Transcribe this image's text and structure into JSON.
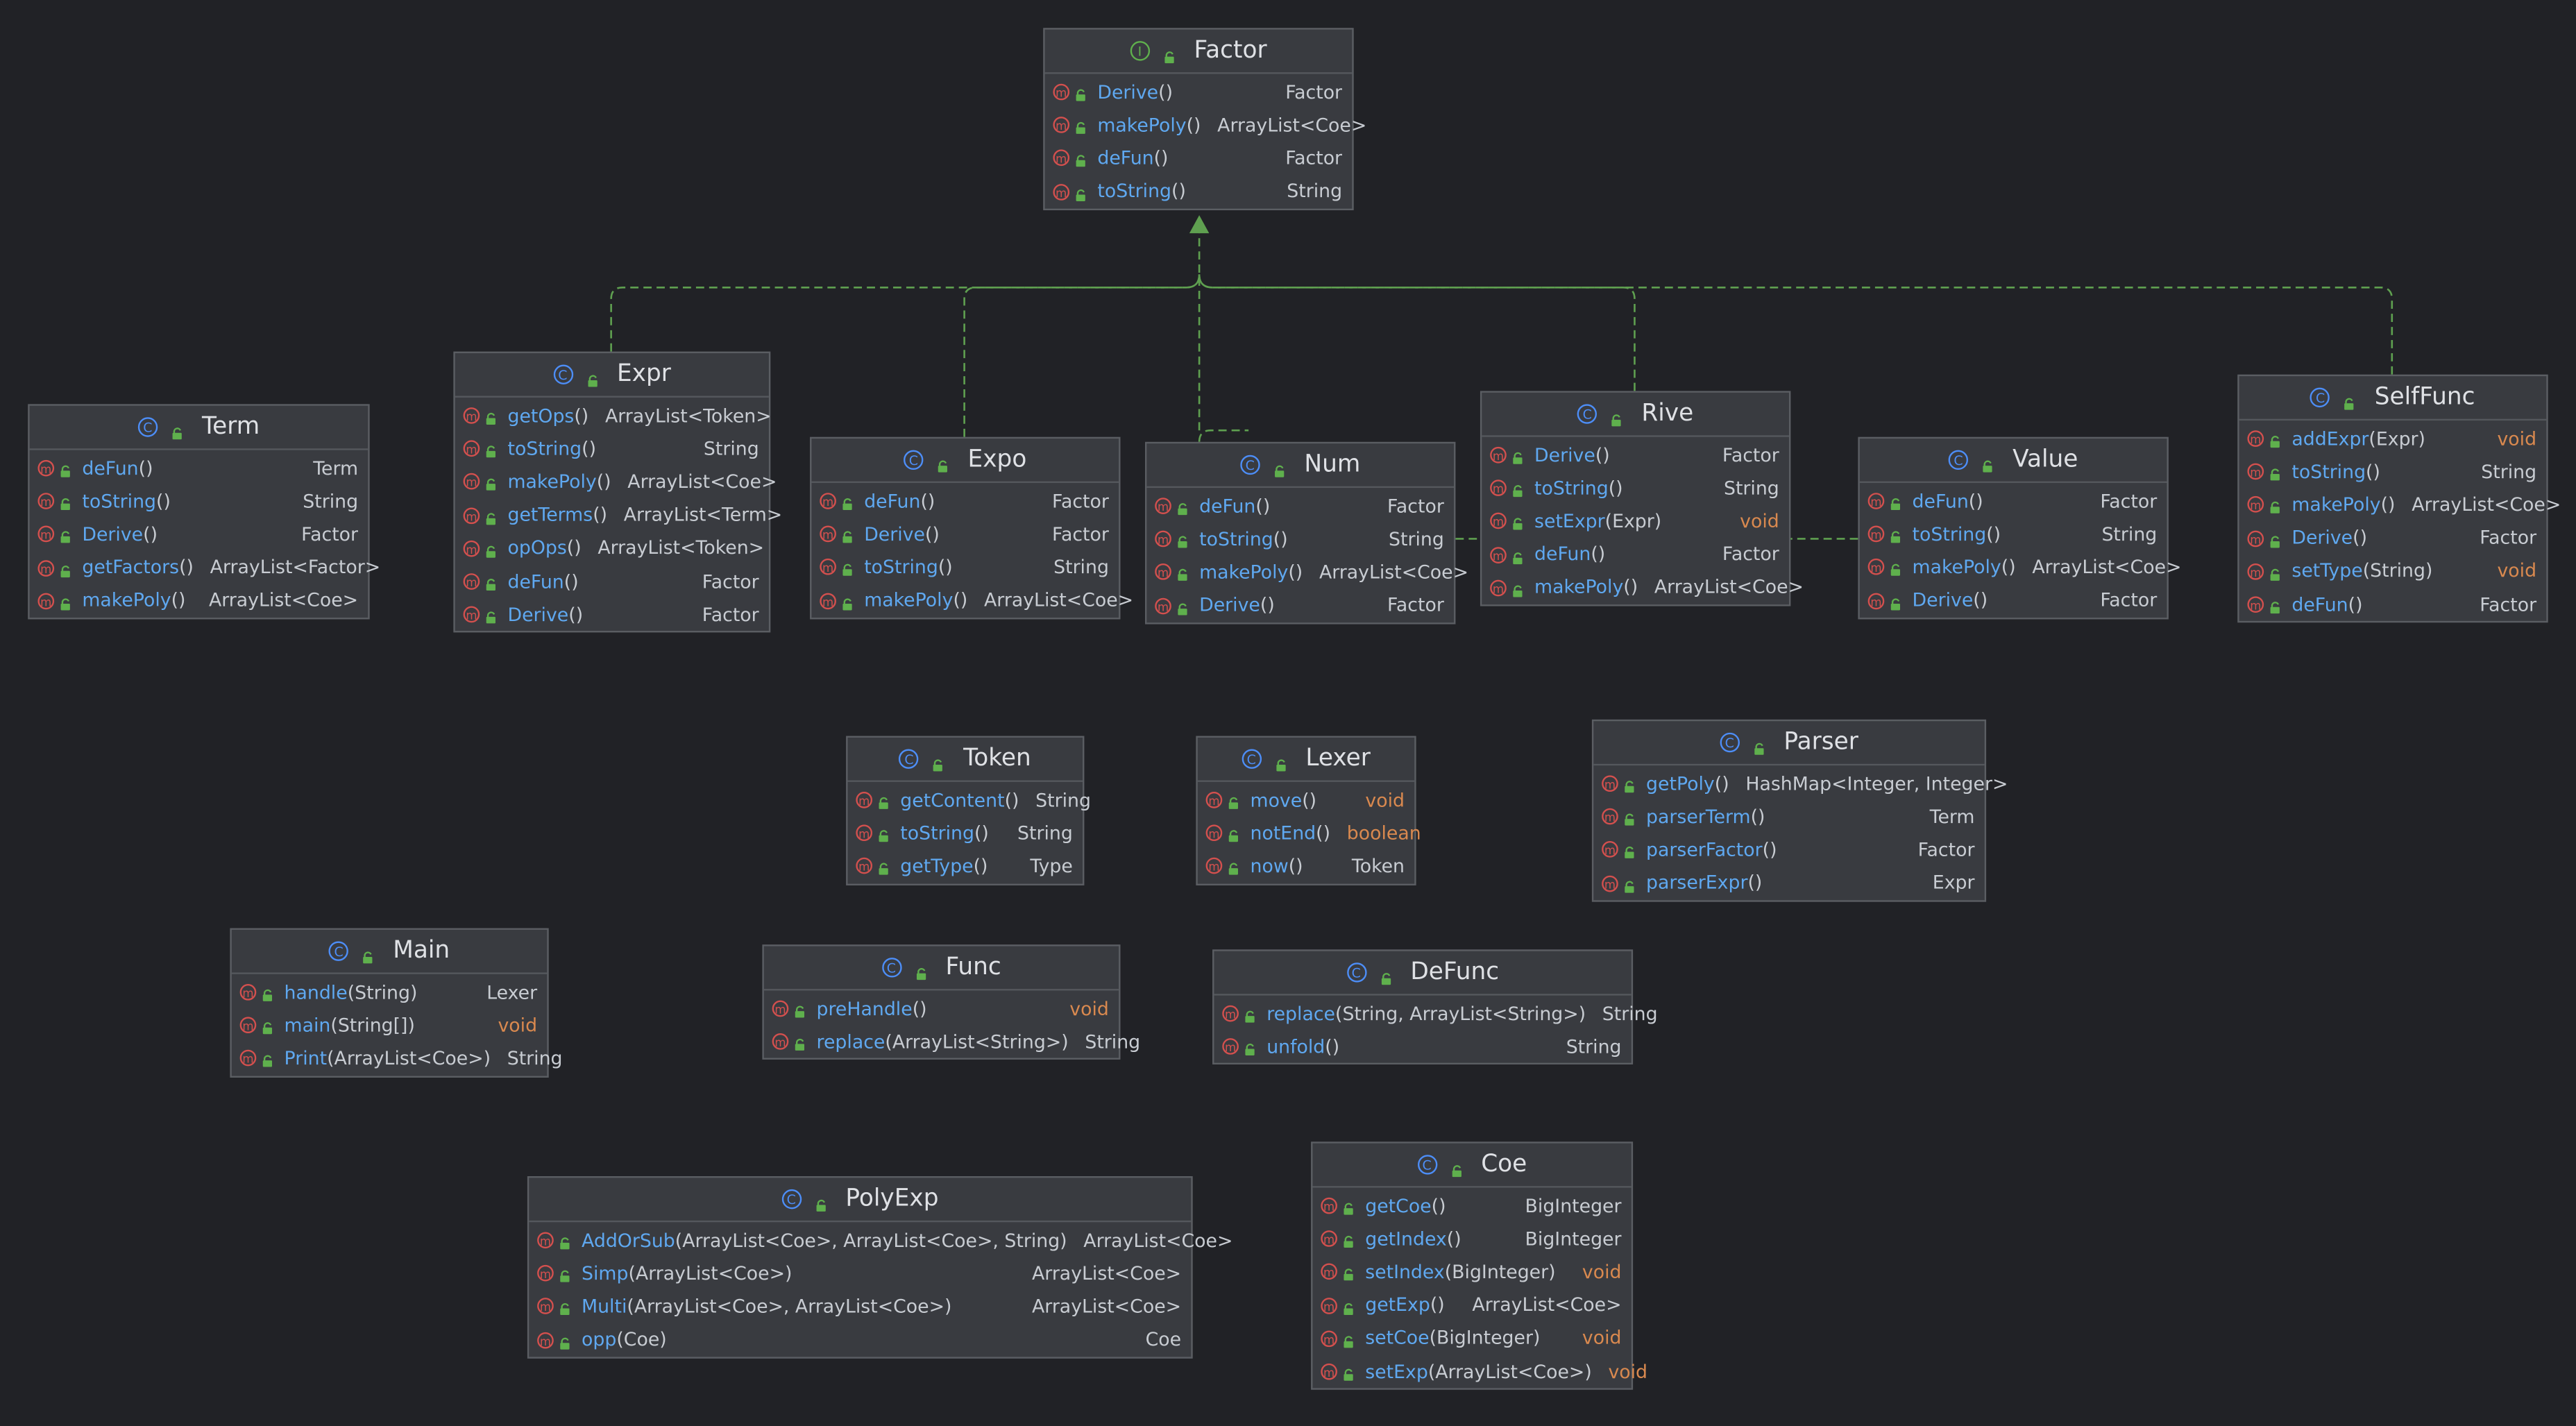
{
  "diagram": {
    "classes": [
      {
        "key": "factor",
        "name": "Factor",
        "kind": "interface",
        "methods": [
          {
            "name": "Derive",
            "params": "()",
            "ret": "Factor"
          },
          {
            "name": "makePoly",
            "params": "()",
            "ret": "ArrayList<Coe>"
          },
          {
            "name": "deFun",
            "params": "()",
            "ret": "Factor"
          },
          {
            "name": "toString",
            "params": "()",
            "ret": "String"
          }
        ]
      },
      {
        "key": "term",
        "name": "Term",
        "kind": "class",
        "methods": [
          {
            "name": "deFun",
            "params": "()",
            "ret": "Term"
          },
          {
            "name": "toString",
            "params": "()",
            "ret": "String"
          },
          {
            "name": "Derive",
            "params": "()",
            "ret": "Factor"
          },
          {
            "name": "getFactors",
            "params": "()",
            "ret": "ArrayList<Factor>"
          },
          {
            "name": "makePoly",
            "params": "()",
            "ret": "ArrayList<Coe>"
          }
        ]
      },
      {
        "key": "expr",
        "name": "Expr",
        "kind": "class",
        "methods": [
          {
            "name": "getOps",
            "params": "()",
            "ret": "ArrayList<Token>"
          },
          {
            "name": "toString",
            "params": "()",
            "ret": "String"
          },
          {
            "name": "makePoly",
            "params": "()",
            "ret": "ArrayList<Coe>"
          },
          {
            "name": "getTerms",
            "params": "()",
            "ret": "ArrayList<Term>"
          },
          {
            "name": "opOps",
            "params": "()",
            "ret": "ArrayList<Token>"
          },
          {
            "name": "deFun",
            "params": "()",
            "ret": "Factor"
          },
          {
            "name": "Derive",
            "params": "()",
            "ret": "Factor"
          }
        ]
      },
      {
        "key": "expo",
        "name": "Expo",
        "kind": "class",
        "methods": [
          {
            "name": "deFun",
            "params": "()",
            "ret": "Factor"
          },
          {
            "name": "Derive",
            "params": "()",
            "ret": "Factor"
          },
          {
            "name": "toString",
            "params": "()",
            "ret": "String"
          },
          {
            "name": "makePoly",
            "params": "()",
            "ret": "ArrayList<Coe>"
          }
        ]
      },
      {
        "key": "num",
        "name": "Num",
        "kind": "class",
        "methods": [
          {
            "name": "deFun",
            "params": "()",
            "ret": "Factor"
          },
          {
            "name": "toString",
            "params": "()",
            "ret": "String"
          },
          {
            "name": "makePoly",
            "params": "()",
            "ret": "ArrayList<Coe>"
          },
          {
            "name": "Derive",
            "params": "()",
            "ret": "Factor"
          }
        ]
      },
      {
        "key": "rive",
        "name": "Rive",
        "kind": "class",
        "methods": [
          {
            "name": "Derive",
            "params": "()",
            "ret": "Factor"
          },
          {
            "name": "toString",
            "params": "()",
            "ret": "String"
          },
          {
            "name": "setExpr",
            "params": "(Expr)",
            "ret": "void"
          },
          {
            "name": "deFun",
            "params": "()",
            "ret": "Factor"
          },
          {
            "name": "makePoly",
            "params": "()",
            "ret": "ArrayList<Coe>"
          }
        ]
      },
      {
        "key": "value",
        "name": "Value",
        "kind": "class",
        "methods": [
          {
            "name": "deFun",
            "params": "()",
            "ret": "Factor"
          },
          {
            "name": "toString",
            "params": "()",
            "ret": "String"
          },
          {
            "name": "makePoly",
            "params": "()",
            "ret": "ArrayList<Coe>"
          },
          {
            "name": "Derive",
            "params": "()",
            "ret": "Factor"
          }
        ]
      },
      {
        "key": "selffunc",
        "name": "SelfFunc",
        "kind": "class",
        "methods": [
          {
            "name": "addExpr",
            "params": "(Expr)",
            "ret": "void"
          },
          {
            "name": "toString",
            "params": "()",
            "ret": "String"
          },
          {
            "name": "makePoly",
            "params": "()",
            "ret": "ArrayList<Coe>"
          },
          {
            "name": "Derive",
            "params": "()",
            "ret": "Factor"
          },
          {
            "name": "setType",
            "params": "(String)",
            "ret": "void"
          },
          {
            "name": "deFun",
            "params": "()",
            "ret": "Factor"
          }
        ]
      },
      {
        "key": "token",
        "name": "Token",
        "kind": "class",
        "methods": [
          {
            "name": "getContent",
            "params": "()",
            "ret": "String"
          },
          {
            "name": "toString",
            "params": "()",
            "ret": "String"
          },
          {
            "name": "getType",
            "params": "()",
            "ret": "Type"
          }
        ]
      },
      {
        "key": "lexer",
        "name": "Lexer",
        "kind": "class",
        "methods": [
          {
            "name": "move",
            "params": "()",
            "ret": "void"
          },
          {
            "name": "notEnd",
            "params": "()",
            "ret": "boolean"
          },
          {
            "name": "now",
            "params": "()",
            "ret": "Token"
          }
        ]
      },
      {
        "key": "parser",
        "name": "Parser",
        "kind": "class",
        "methods": [
          {
            "name": "getPoly",
            "params": "()",
            "ret": "HashMap<Integer, Integer>"
          },
          {
            "name": "parserTerm",
            "params": "()",
            "ret": "Term"
          },
          {
            "name": "parserFactor",
            "params": "()",
            "ret": "Factor"
          },
          {
            "name": "parserExpr",
            "params": "()",
            "ret": "Expr"
          }
        ]
      },
      {
        "key": "main",
        "name": "Main",
        "kind": "class",
        "methods": [
          {
            "name": "handle",
            "params": "(String)",
            "ret": "Lexer"
          },
          {
            "name": "main",
            "params": "(String[])",
            "ret": "void"
          },
          {
            "name": "Print",
            "params": "(ArrayList<Coe>)",
            "ret": "String"
          }
        ]
      },
      {
        "key": "func",
        "name": "Func",
        "kind": "class",
        "methods": [
          {
            "name": "preHandle",
            "params": "()",
            "ret": "void"
          },
          {
            "name": "replace",
            "params": "(ArrayList<String>)",
            "ret": "String"
          }
        ]
      },
      {
        "key": "defunc",
        "name": "DeFunc",
        "kind": "class",
        "methods": [
          {
            "name": "replace",
            "params": "(String, ArrayList<String>)",
            "ret": "String"
          },
          {
            "name": "unfold",
            "params": "()",
            "ret": "String"
          }
        ]
      },
      {
        "key": "coe",
        "name": "Coe",
        "kind": "class",
        "methods": [
          {
            "name": "getCoe",
            "params": "()",
            "ret": "BigInteger"
          },
          {
            "name": "getIndex",
            "params": "()",
            "ret": "BigInteger"
          },
          {
            "name": "setIndex",
            "params": "(BigInteger)",
            "ret": "void"
          },
          {
            "name": "getExp",
            "params": "()",
            "ret": "ArrayList<Coe>"
          },
          {
            "name": "setCoe",
            "params": "(BigInteger)",
            "ret": "void"
          },
          {
            "name": "setExp",
            "params": "(ArrayList<Coe>)",
            "ret": "void"
          }
        ]
      },
      {
        "key": "polyexp",
        "name": "PolyExp",
        "kind": "class",
        "methods": [
          {
            "name": "AddOrSub",
            "params": "(ArrayList<Coe>, ArrayList<Coe>, String)",
            "ret": "ArrayList<Coe>"
          },
          {
            "name": "Simp",
            "params": "(ArrayList<Coe>)",
            "ret": "ArrayList<Coe>"
          },
          {
            "name": "Multi",
            "params": "(ArrayList<Coe>, ArrayList<Coe>)",
            "ret": "ArrayList<Coe>"
          },
          {
            "name": "opp",
            "params": "(Coe)",
            "ret": "Coe"
          }
        ]
      }
    ],
    "implements": [
      {
        "from": "expr",
        "to": "factor"
      },
      {
        "from": "expo",
        "to": "factor"
      },
      {
        "from": "num",
        "to": "factor"
      },
      {
        "from": "rive",
        "to": "factor"
      },
      {
        "from": "value",
        "to": "factor"
      },
      {
        "from": "selffunc",
        "to": "factor"
      }
    ],
    "icons": {
      "class_glyph": "C",
      "interface_glyph": "I",
      "method_glyph": "m",
      "visibility": "public-lock"
    },
    "colors": {
      "background": "#212226",
      "box": "#393b40",
      "border": "#5b5e63",
      "method_name": "#5fa8f0",
      "keyword_type": "#d9894f",
      "implements_line": "#5fa050",
      "class_icon": "#4d8ef8",
      "interface_icon": "#5fb04d",
      "method_icon": "#d4504e"
    }
  }
}
